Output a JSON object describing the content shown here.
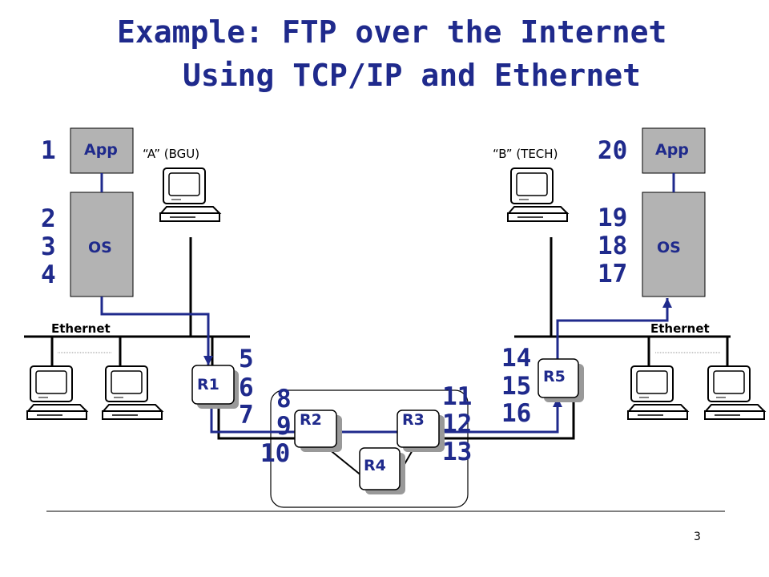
{
  "title": {
    "line1": "Example: FTP over the Internet",
    "line2": "Using TCP/IP and Ethernet"
  },
  "hosts": {
    "a_label": "“A” (BGU)",
    "b_label": "“B” (TECH)"
  },
  "stack_left": {
    "app": "App",
    "os": "OS"
  },
  "stack_right": {
    "app": "App",
    "os": "OS"
  },
  "ethernet": {
    "left": "Ethernet",
    "right": "Ethernet"
  },
  "routers": [
    "R1",
    "R2",
    "R3",
    "R4",
    "R5"
  ],
  "steps": [
    "1",
    "2",
    "3",
    "4",
    "5",
    "6",
    "7",
    "8",
    "9",
    "10",
    "11",
    "12",
    "13",
    "14",
    "15",
    "16",
    "17",
    "18",
    "19",
    "20"
  ],
  "page_number": "3",
  "colors": {
    "accent": "#1f2a8c",
    "box_fill": "#b3b3b3",
    "router_fill": "#ffffff",
    "path": "#1f2a8c"
  }
}
